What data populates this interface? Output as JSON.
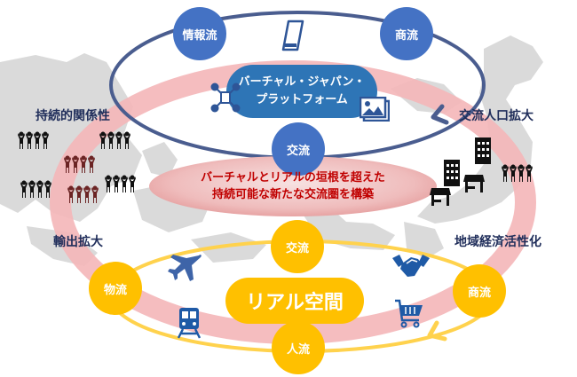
{
  "virtual_space": {
    "platform_line1": "バーチャル・ジャパン・",
    "platform_line2": "プラットフォーム",
    "nodes": {
      "info_flow": "情報流",
      "commerce_flow": "商流",
      "exchange": "交流"
    },
    "icons": [
      "smartphone-icon",
      "network-users-icon",
      "image-gallery-icon"
    ],
    "color": "#4472c4",
    "platform_color": "#2e75b6"
  },
  "real_space": {
    "title": "リアル空間",
    "nodes": {
      "exchange": "交流",
      "logistics": "物流",
      "commerce_flow": "商流",
      "people_flow": "人流"
    },
    "icons": [
      "airplane-icon",
      "train-icon",
      "handshake-icon",
      "shopping-cart-icon"
    ],
    "color": "#ffc000"
  },
  "center_message": {
    "line1": "バーチャルとリアルの垣根を超えた",
    "line2": "持続可能な新たな交流圏を構築",
    "color": "#c00000"
  },
  "outcomes": {
    "sustainable_relations": "持続的関係性",
    "export_expansion": "輸出拡大",
    "exchange_population": "交流人口拡大",
    "regional_revitalization": "地域経済活性化"
  },
  "colors": {
    "ring": "#f4b6b8",
    "label": "#1f2d5a",
    "map": "#cfcfcf"
  }
}
